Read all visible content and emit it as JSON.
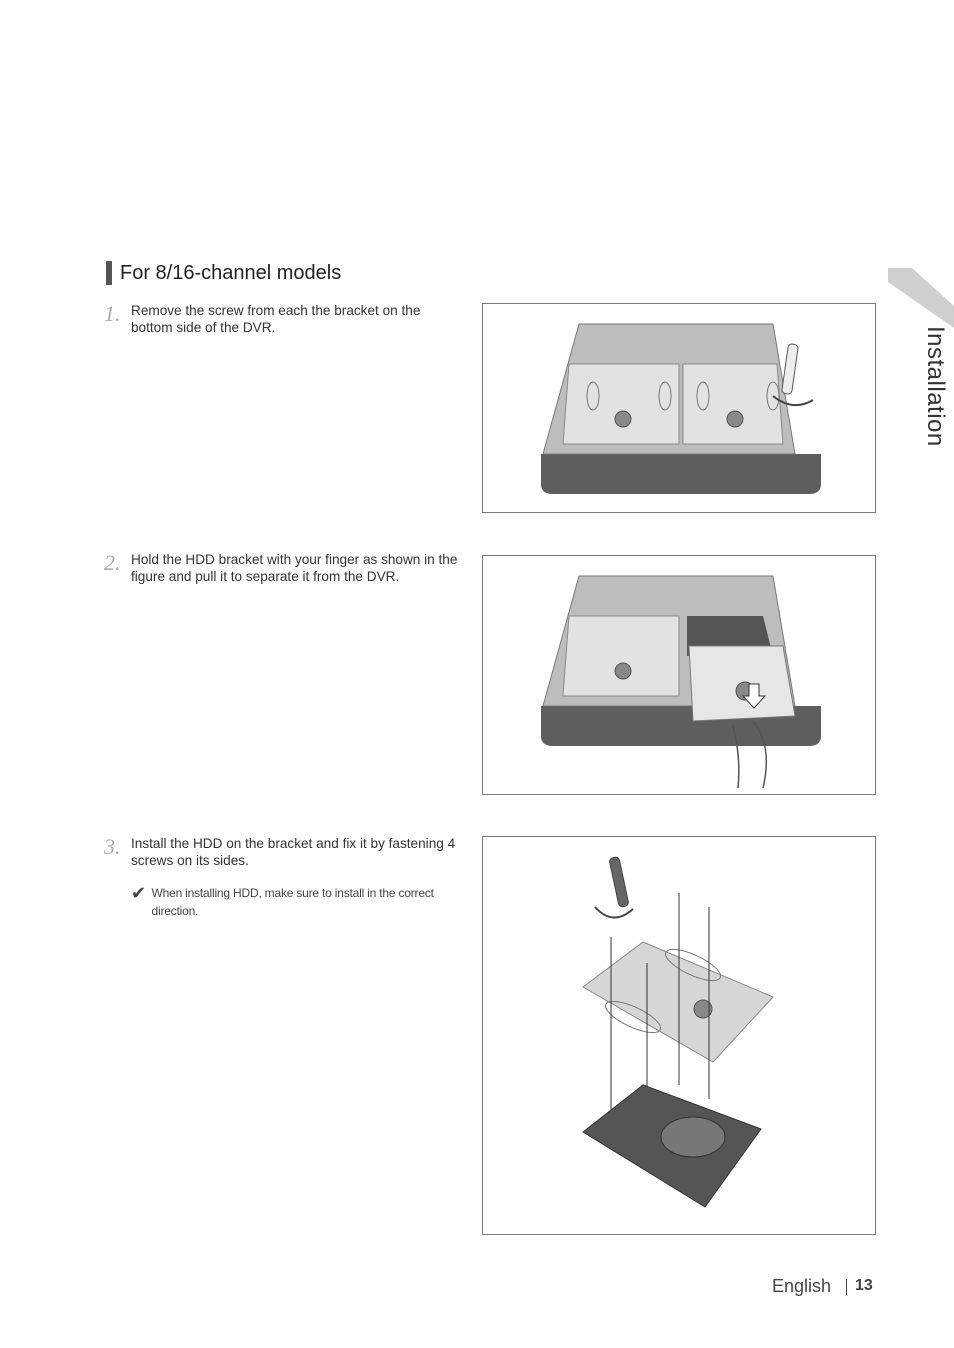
{
  "side_tab": {
    "label": "Installation",
    "color": "#cfcfcf"
  },
  "section": {
    "title": "For 8/16-channel models"
  },
  "steps": [
    {
      "number": "1.",
      "text": "Remove the screw from each the bracket on the bottom side of the DVR."
    },
    {
      "number": "2.",
      "text": "Hold the HDD bracket with your finger as shown in the figure and pull it to separate it from the DVR."
    },
    {
      "number": "3.",
      "text": "Install the HDD on the bracket and fix it by fastening 4 screws on its sides."
    }
  ],
  "note": {
    "icon": "check-icon",
    "text": "When installing HDD, make sure to install in the correct direction."
  },
  "footer": {
    "language": "English",
    "page": "13"
  },
  "figures": [
    {
      "icon": "dvr-bottom-screwdriver-illustration"
    },
    {
      "icon": "dvr-bracket-removal-illustration"
    },
    {
      "icon": "hdd-bracket-mounting-illustration"
    }
  ]
}
